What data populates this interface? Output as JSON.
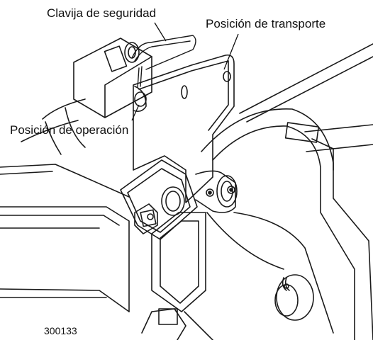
{
  "figure": {
    "callouts": {
      "safety_pin": "Clavija de seguridad",
      "transport_position": "Posición de transporte",
      "operating_position": "Posición de operación"
    },
    "figure_number": "300133"
  }
}
